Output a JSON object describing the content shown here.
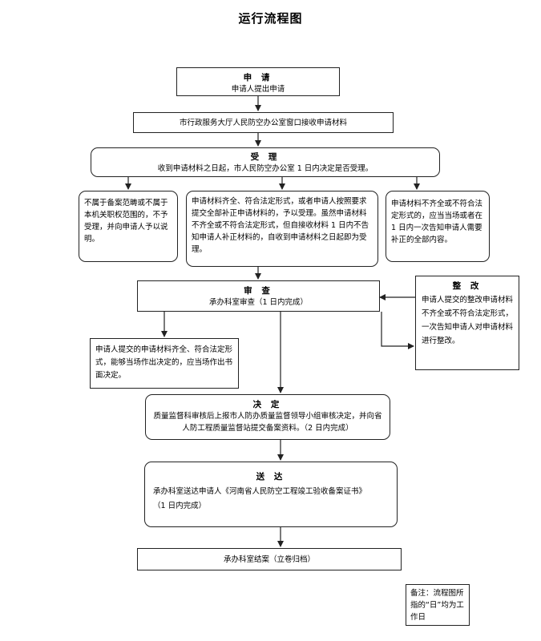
{
  "title": "运行流程图",
  "apply": {
    "head": "申  请",
    "body": "申请人提出申请"
  },
  "receive": {
    "body": "市行政服务大厅人民防空办公室窗口接收申请材料"
  },
  "accept": {
    "head": "受  理",
    "body": "收到申请材料之日起，市人民防空办公室 1 日内决定是否受理。"
  },
  "reject": {
    "body": "不属于备案范畴或不属于本机关职权范围的，不予受理，并向申请人予以说明。"
  },
  "accepted": {
    "body": "申请材料齐全、符合法定形式，或者申请人按照要求提交全部补正申请材料的，予以受理。虽然申请材料不齐全或不符合法定形式，但自接收材料 1 日内不告知申请人补正材料的，自收到申请材料之日起即为受理。"
  },
  "incomplete": {
    "body": "申请材料不齐全或不符合法定形式的，应当当场或者在 1 日内一次告知申请人需要补正的全部内容。"
  },
  "review": {
    "head": "审  查",
    "body": "承办科室审查（1 日内完成）"
  },
  "rectify": {
    "head": "整  改",
    "body": "申请人提交的整改申请材料不齐全或不符合法定形式，一次告知申请人对申请材料进行整改。"
  },
  "onsite": {
    "body": "申请人提交的申请材料齐全、符合法定形式，能够当场作出决定的，应当场作出书面决定。"
  },
  "decide": {
    "head": "决  定",
    "body": "质量监督科审核后上报市人防办质量监督领导小组审核决定，并向省人防工程质量监督站提交备案资料。（2 日内完成）"
  },
  "deliver": {
    "head": "送  达",
    "body1": "承办科室送达申请人《河南省人民防空工程竣工验收备案证书》",
    "body2": "（1 日内完成）"
  },
  "close": {
    "body": "承办科室结案（立卷归档）"
  },
  "note": {
    "body": "备注：流程图所指的“日”均为工作日"
  }
}
